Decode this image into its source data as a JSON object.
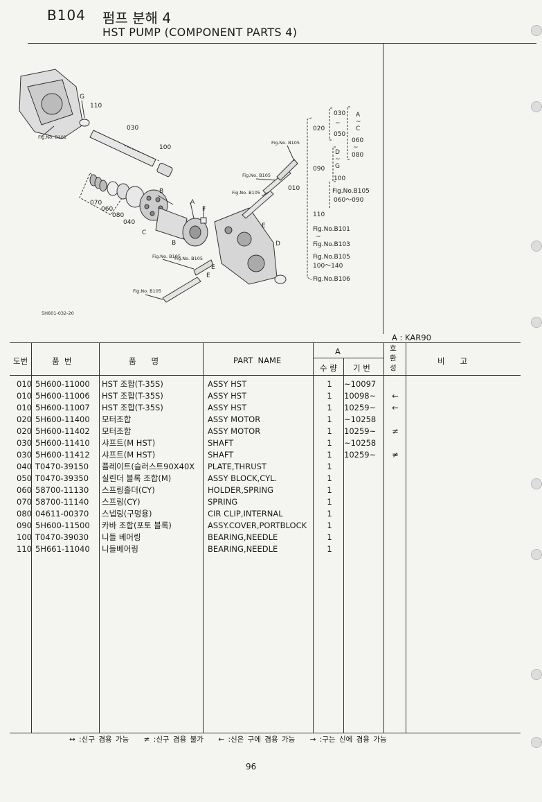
{
  "header": {
    "code": "B104",
    "title_ko": "펌프 분해 4",
    "title_en": "HST PUMP (COMPONENT PARTS 4)"
  },
  "diagram": {
    "labels": [
      "G",
      "110",
      "030",
      "100",
      "070",
      "060",
      "080",
      "040",
      "C",
      "B",
      "A",
      "F",
      "E",
      "D",
      "E",
      "B",
      "E"
    ],
    "fig_refs": [
      "Fig.No. B101",
      "Fig.No. B105",
      "Fig.No. B105",
      "Fig.No. B105",
      "Fig.No. B105",
      "Fig.No. B105",
      "Fig.No. B105"
    ],
    "drawing_no": "5H601-032-20",
    "tree": {
      "n020": "020",
      "n030": "030",
      "n050": "050",
      "n060": "060",
      "n080": "080",
      "r_a": "A",
      "r_c": "C",
      "r_d": "D",
      "r_g": "G",
      "n090": "090",
      "n100": "100",
      "n010": "010",
      "fig_b105_a": "Fig.No.B105",
      "range_060_090": "060～090",
      "n110": "110",
      "fig_b101": "Fig.No.B101",
      "fig_b103": "Fig.No.B103",
      "fig_b105_b": "Fig.No.B105",
      "range_100_140": "100～140",
      "fig_b106": "Fig.No.B106"
    }
  },
  "model_note": "A : KAR90",
  "table": {
    "headers": {
      "no": "도번",
      "part_no": "품  번",
      "name_ko": "품      명",
      "part_name": "PART  NAME",
      "group_a": "A",
      "qty": "수 량",
      "serial": "기 번",
      "interchange": "호 환 성",
      "remarks": "비      고"
    },
    "rows": [
      {
        "no": "010",
        "part_no": "5H600-11000",
        "name_ko": "HST 조합(T-35S)",
        "part_name": "ASSY HST",
        "qty": "1",
        "serial": "~10097",
        "int": ""
      },
      {
        "no": "010",
        "part_no": "5H600-11006",
        "name_ko": "HST 조합(T-35S)",
        "part_name": "ASSY HST",
        "qty": "1",
        "serial": "10098~",
        "int": "←"
      },
      {
        "no": "010",
        "part_no": "5H600-11007",
        "name_ko": "HST 조합(T-35S)",
        "part_name": "ASSY HST",
        "qty": "1",
        "serial": "10259~",
        "int": "←"
      },
      {
        "no": "020",
        "part_no": "5H600-11400",
        "name_ko": "모터조합",
        "part_name": "ASSY MOTOR",
        "qty": "1",
        "serial": "~10258",
        "int": ""
      },
      {
        "no": "020",
        "part_no": "5H600-11402",
        "name_ko": "모터조합",
        "part_name": "ASSY MOTOR",
        "qty": "1",
        "serial": "10259~",
        "int": "≠"
      },
      {
        "no": "030",
        "part_no": "5H600-11410",
        "name_ko": "샤프트(M HST)",
        "part_name": "SHAFT",
        "qty": "1",
        "serial": "~10258",
        "int": ""
      },
      {
        "no": "030",
        "part_no": "5H600-11412",
        "name_ko": "샤프트(M HST)",
        "part_name": "SHAFT",
        "qty": "1",
        "serial": "10259~",
        "int": "≠"
      },
      {
        "no": "040",
        "part_no": "T0470-39150",
        "name_ko": "플레이트(슬러스트90X40X",
        "part_name": "PLATE,THRUST",
        "qty": "1",
        "serial": "",
        "int": ""
      },
      {
        "no": "050",
        "part_no": "T0470-39350",
        "name_ko": "실린더 블록 조합(M)",
        "part_name": "ASSY BLOCK,CYL.",
        "qty": "1",
        "serial": "",
        "int": ""
      },
      {
        "no": "060",
        "part_no": "58700-11130",
        "name_ko": "스프링홀더(CY)",
        "part_name": "HOLDER,SPRING",
        "qty": "1",
        "serial": "",
        "int": ""
      },
      {
        "no": "070",
        "part_no": "58700-11140",
        "name_ko": "스프링(CY)",
        "part_name": "SPRING",
        "qty": "1",
        "serial": "",
        "int": ""
      },
      {
        "no": "080",
        "part_no": "04611-00370",
        "name_ko": "스냅링(구멍용)",
        "part_name": "CIR CLIP,INTERNAL",
        "qty": "1",
        "serial": "",
        "int": ""
      },
      {
        "no": "090",
        "part_no": "5H600-11500",
        "name_ko": "카바 조합(포토 블록)",
        "part_name": "ASSY.COVER,PORTBLOCK",
        "qty": "1",
        "serial": "",
        "int": ""
      },
      {
        "no": "100",
        "part_no": "T0470-39030",
        "name_ko": "니들 베어링",
        "part_name": "BEARING,NEEDLE",
        "qty": "1",
        "serial": "",
        "int": ""
      },
      {
        "no": "110",
        "part_no": "5H661-11040",
        "name_ko": "니들베어링",
        "part_name": "BEARING,NEEDLE",
        "qty": "1",
        "serial": "",
        "int": ""
      }
    ]
  },
  "legend": "↔ :신구 겸용 가능    ≠ :신구 겸용 불가    ← :신은 구에 겸용 가능    → :구는 신에 겸용 가능",
  "page_number": "96"
}
